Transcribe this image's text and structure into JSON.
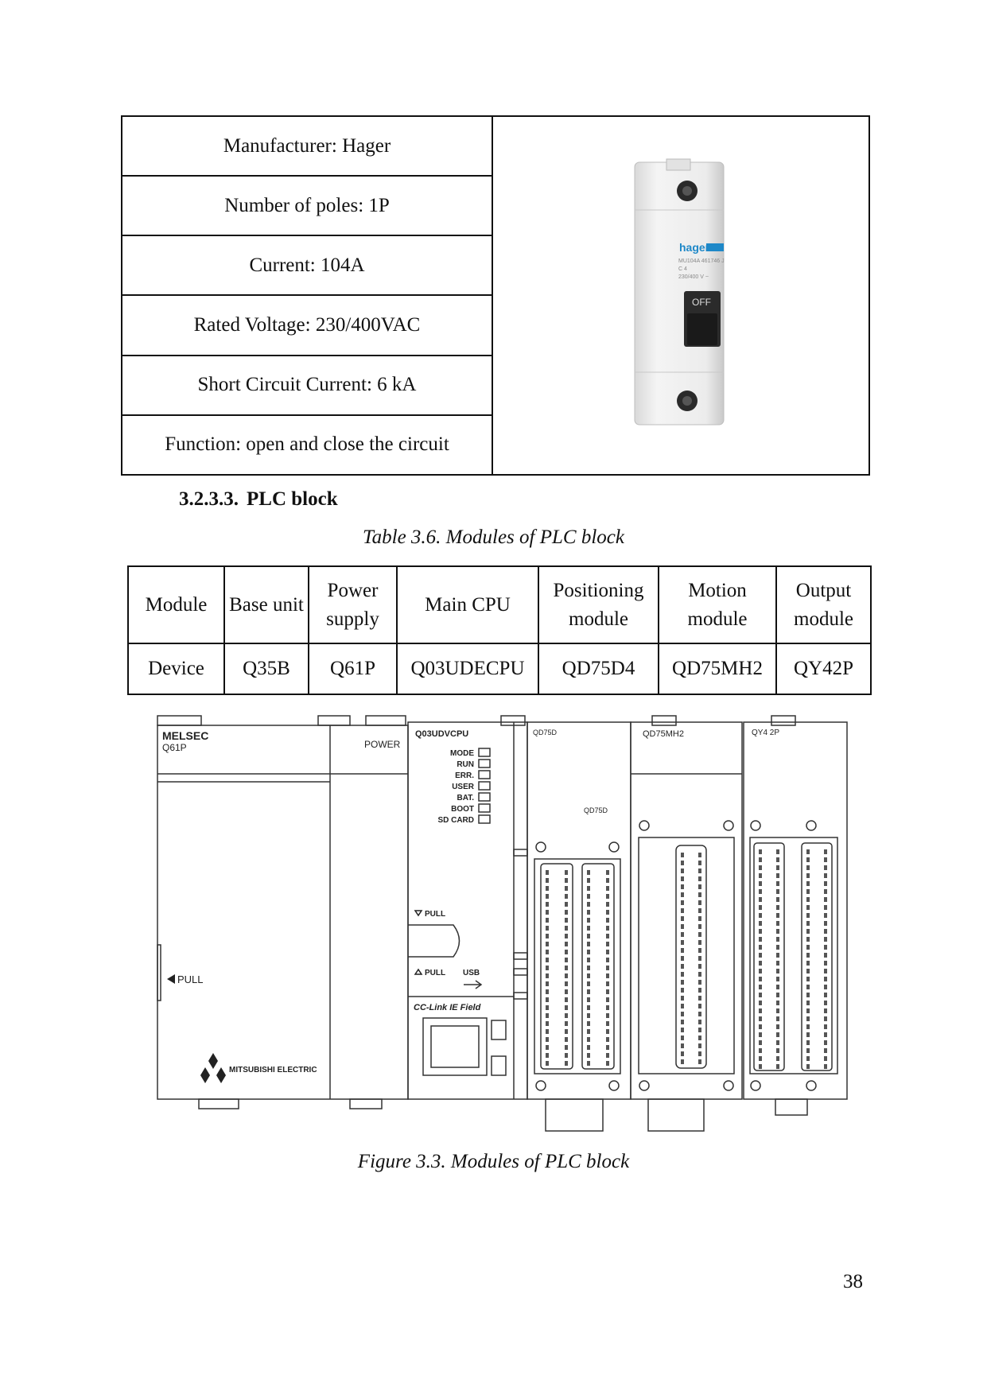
{
  "spec_table": {
    "rows": [
      "Manufacturer: Hager",
      "Number of poles: 1P",
      "Current: 104A",
      "Rated Voltage: 230/400VAC",
      "Short Circuit Current: 6 kA",
      "Function: open and close the circuit"
    ]
  },
  "breaker_image": {
    "brand": "hager",
    "line1": "MU104A 461746 J",
    "line2": "C 4",
    "line3": "230/400 V ~",
    "switch_label": "OFF"
  },
  "section": {
    "number": "3.2.3.3.",
    "title": "PLC block"
  },
  "table_caption": "Table 3.6. Modules of PLC block",
  "modules_table": {
    "header": [
      "Module",
      "Base unit",
      "Power supply",
      "Main CPU",
      "Positioning module",
      "Motion module",
      "Output module"
    ],
    "row": [
      "Device",
      "Q35B",
      "Q61P",
      "Q03UDECPU",
      "QD75D4",
      "QD75MH2",
      "QY42P"
    ]
  },
  "plc_image": {
    "brand": "MELSEC",
    "psu_model": "Q61P",
    "power_label": "POWER",
    "pull_label": "PULL",
    "maker": "MITSUBISHI ELECTRIC",
    "cpu_model": "Q03UDVCPU",
    "leds": [
      "MODE",
      "RUN",
      "ERR.",
      "USER",
      "BAT.",
      "BOOT",
      "SD CARD"
    ],
    "usb": "USB",
    "cclink": "CC-Link IE Field",
    "qd75d4": "QD75D",
    "qd75mh2": "QD75MH2",
    "qy42p": "QY4 2P"
  },
  "figure_caption": "Figure 3.3. Modules of PLC block",
  "page_number": "38"
}
